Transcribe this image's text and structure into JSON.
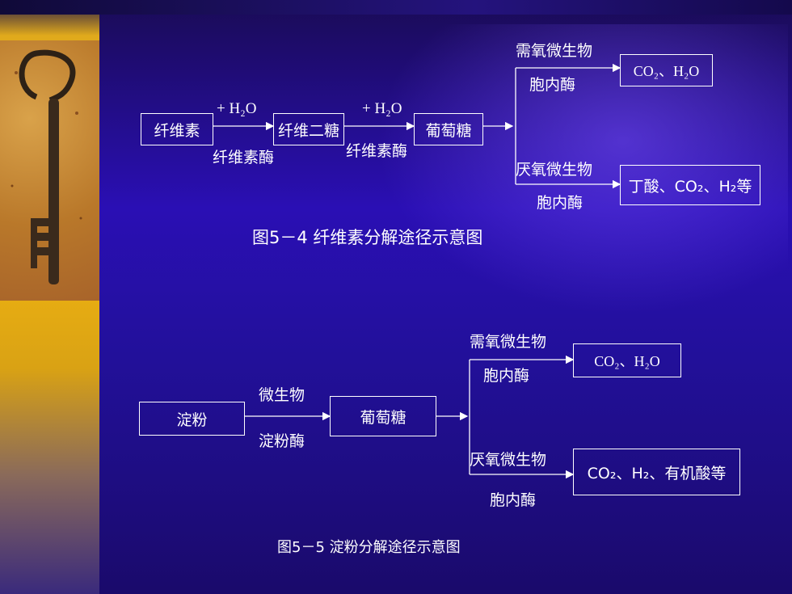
{
  "diagram1": {
    "nodes": {
      "cellulose": "纤维素",
      "cellobiose": "纤维二糖",
      "glucose": "葡萄糖",
      "aerobic_product": "CO₂、H₂O",
      "anaerobic_product": "丁酸、CO₂、H₂等"
    },
    "edges": {
      "water1": "+ H₂O",
      "enzyme1": "纤维素酶",
      "water2": "+ H₂O",
      "enzyme2": "纤维素酶",
      "aerobic_top": "需氧微生物",
      "aerobic_bottom": "胞内酶",
      "anaerobic_top": "厌氧微生物",
      "anaerobic_bottom": "胞内酶"
    },
    "caption": "图5－4 纤维素分解途径示意图"
  },
  "diagram2": {
    "nodes": {
      "starch": "淀粉",
      "glucose": "葡萄糖",
      "aerobic_product": "CO₂、H₂O",
      "anaerobic_product": "CO₂、H₂、有机酸等"
    },
    "edges": {
      "microbe": "微生物",
      "enzyme": "淀粉酶",
      "aerobic_top": "需氧微生物",
      "aerobic_bottom": "胞内酶",
      "anaerobic_top": "厌氧微生物",
      "anaerobic_bottom": "胞内酶"
    },
    "caption": "图5－5 淀粉分解途径示意图"
  },
  "colors": {
    "background": "#2a0fb4",
    "band": "#f2b511",
    "text": "#ffffff"
  },
  "icons": [
    "key-image"
  ]
}
